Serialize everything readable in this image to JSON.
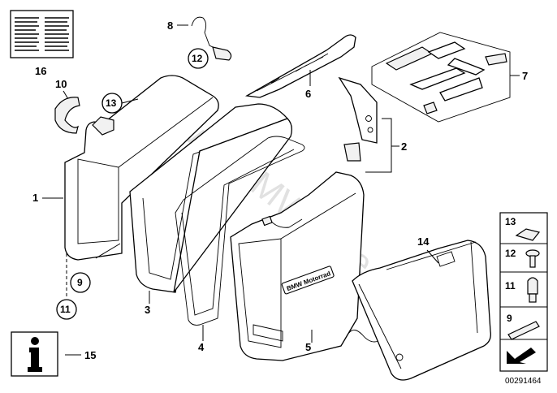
{
  "callouts": {
    "c1": "1",
    "c2": "2",
    "c3": "3",
    "c4": "4",
    "c5": "5",
    "c6": "6",
    "c7": "7",
    "c8": "8",
    "c9": "9",
    "c10": "10",
    "c11": "11",
    "c12": "12",
    "c13": "13",
    "c14": "14",
    "c15": "15",
    "c16": "16"
  },
  "circled": {
    "c9": "9",
    "c11": "11",
    "c12": "12",
    "c13": "13"
  },
  "legend": {
    "l13": "13",
    "l12": "12",
    "l11": "11",
    "l9": "9"
  },
  "brand_label": "BMW Motorrad",
  "watermark": "www.BMWstore.pl",
  "doc_id": "00291464",
  "info_icon": "info-icon",
  "barcode_icon": "barcode-label-icon",
  "arrow_icon": "arrow-pointer-icon"
}
